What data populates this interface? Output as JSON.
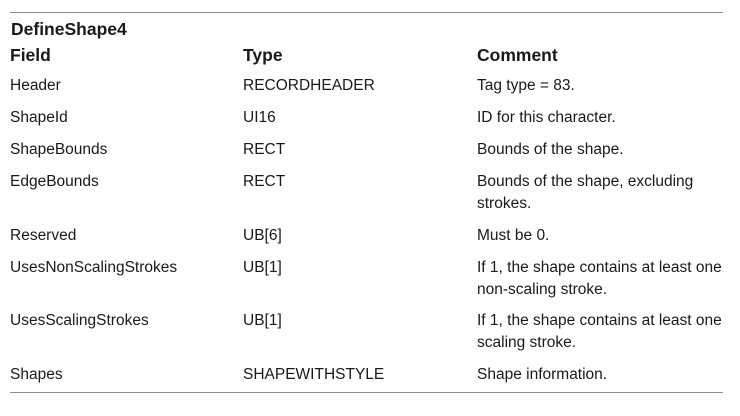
{
  "table": {
    "title": "DefineShape4",
    "headers": [
      "Field",
      "Type",
      "Comment"
    ],
    "rows": [
      {
        "field": "Header",
        "type": "RECORDHEADER",
        "comment": "Tag type = 83."
      },
      {
        "field": "ShapeId",
        "type": "UI16",
        "comment": "ID for this character."
      },
      {
        "field": "ShapeBounds",
        "type": "RECT",
        "comment": "Bounds of the shape."
      },
      {
        "field": "EdgeBounds",
        "type": "RECT",
        "comment": "Bounds of the shape, excluding strokes."
      },
      {
        "field": "Reserved",
        "type": "UB[6]",
        "comment": "Must be 0."
      },
      {
        "field": "UsesNonScalingStrokes",
        "type": "UB[1]",
        "comment": "If 1, the shape contains at least one non-scaling stroke."
      },
      {
        "field": "UsesScalingStrokes",
        "type": "UB[1]",
        "comment": "If 1, the shape contains at least one scaling stroke."
      },
      {
        "field": "Shapes",
        "type": "SHAPEWITHSTYLE",
        "comment": "Shape information."
      }
    ]
  }
}
